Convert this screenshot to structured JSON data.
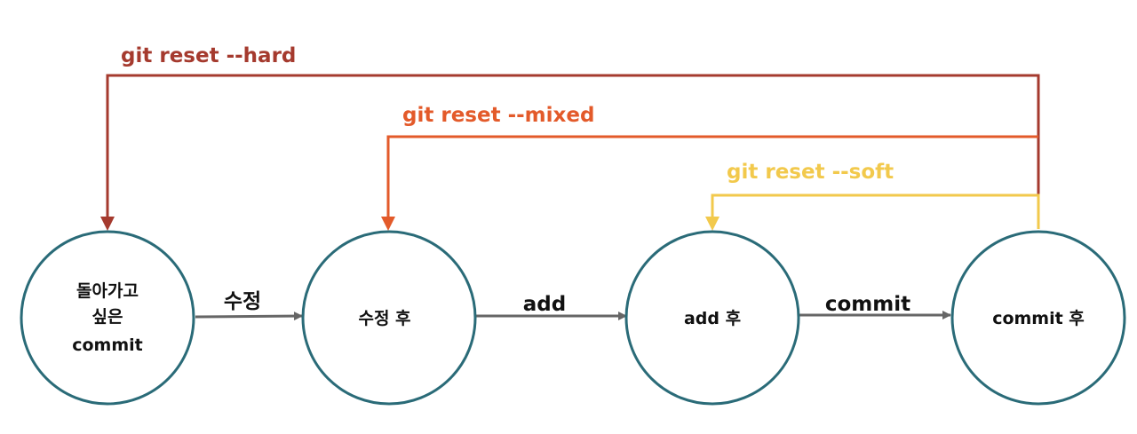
{
  "nodes": [
    {
      "lines": [
        "돌아가고",
        "싶은",
        "commit"
      ]
    },
    {
      "lines": [
        "수정 후"
      ]
    },
    {
      "lines": [
        "add 후"
      ]
    },
    {
      "lines": [
        "commit 후"
      ]
    }
  ],
  "edges": [
    {
      "label": "수정"
    },
    {
      "label": "add"
    },
    {
      "label": "commit"
    }
  ],
  "resets": {
    "hard": {
      "label": "git reset --hard",
      "color": "#a53a2e"
    },
    "mixed": {
      "label": "git reset --mixed",
      "color": "#e35a2a"
    },
    "soft": {
      "label": "git reset --soft",
      "color": "#f2c94c"
    }
  },
  "colors": {
    "node_stroke": "#2a6b78",
    "edge_arrow": "#666666",
    "text": "#111111"
  }
}
